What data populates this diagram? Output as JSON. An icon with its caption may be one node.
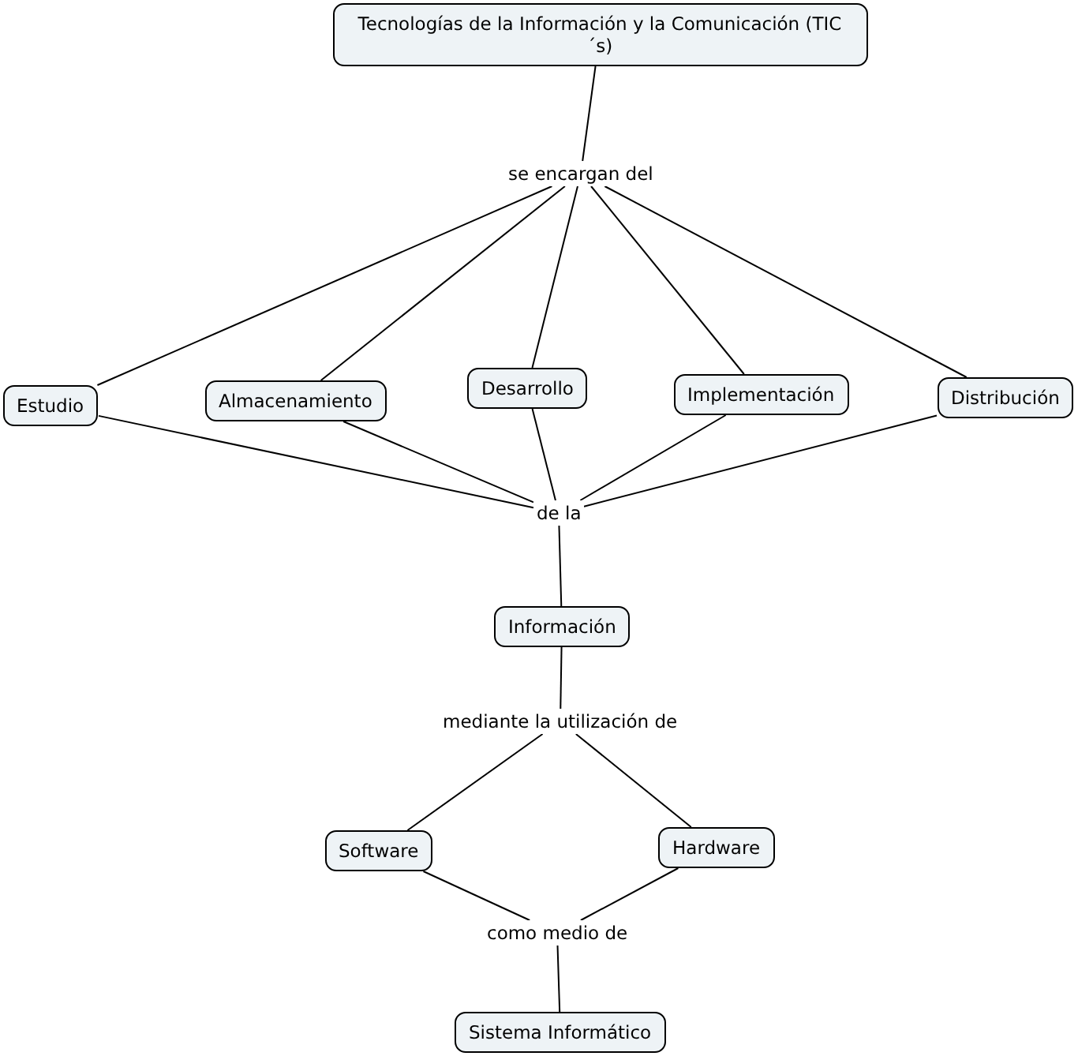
{
  "diagram": {
    "nodes": [
      {
        "text": [
          "Tecnologías de la Información y la Comunicación (TIC´s)"
        ]
      },
      {
        "text": [
          "se encargan del"
        ]
      },
      {
        "text": [
          "Estudio"
        ]
      },
      {
        "text": [
          "Almacenamiento"
        ]
      },
      {
        "text": [
          "Desarrollo"
        ]
      },
      {
        "text": [
          "Implementación"
        ]
      },
      {
        "text": [
          "Distribución"
        ]
      },
      {
        "text": [
          "de la"
        ]
      },
      {
        "text": [
          "Información"
        ]
      },
      {
        "text": [
          "mediante la utilización de"
        ]
      },
      {
        "text": [
          "Software"
        ]
      },
      {
        "text": [
          "Hardware"
        ]
      },
      {
        "text": [
          "como medio de"
        ]
      },
      {
        "text": [
          "Sistema Informático"
        ]
      }
    ],
    "edges": [
      {
        "from": 0,
        "to": 1,
        "arrow": "none"
      },
      {
        "from": 1,
        "to": 2,
        "arrow": "none"
      },
      {
        "from": 1,
        "to": 3,
        "arrow": "none"
      },
      {
        "from": 1,
        "to": 4,
        "arrow": "none"
      },
      {
        "from": 1,
        "to": 5,
        "arrow": "none"
      },
      {
        "from": 1,
        "to": 6,
        "arrow": "none"
      },
      {
        "from": 2,
        "to": 7,
        "arrow": "none"
      },
      {
        "from": 3,
        "to": 7,
        "arrow": "none"
      },
      {
        "from": 4,
        "to": 7,
        "arrow": "none"
      },
      {
        "from": 5,
        "to": 7,
        "arrow": "none"
      },
      {
        "from": 6,
        "to": 7,
        "arrow": "none"
      },
      {
        "from": 7,
        "to": 8,
        "arrow": "none"
      },
      {
        "from": 8,
        "to": 9,
        "arrow": "none"
      },
      {
        "from": 9,
        "to": 10,
        "arrow": "none"
      },
      {
        "from": 9,
        "to": 11,
        "arrow": "none"
      },
      {
        "from": 10,
        "to": 12,
        "arrow": "none"
      },
      {
        "from": 11,
        "to": 12,
        "arrow": "none"
      },
      {
        "from": 12,
        "to": 13,
        "arrow": "none"
      }
    ]
  }
}
